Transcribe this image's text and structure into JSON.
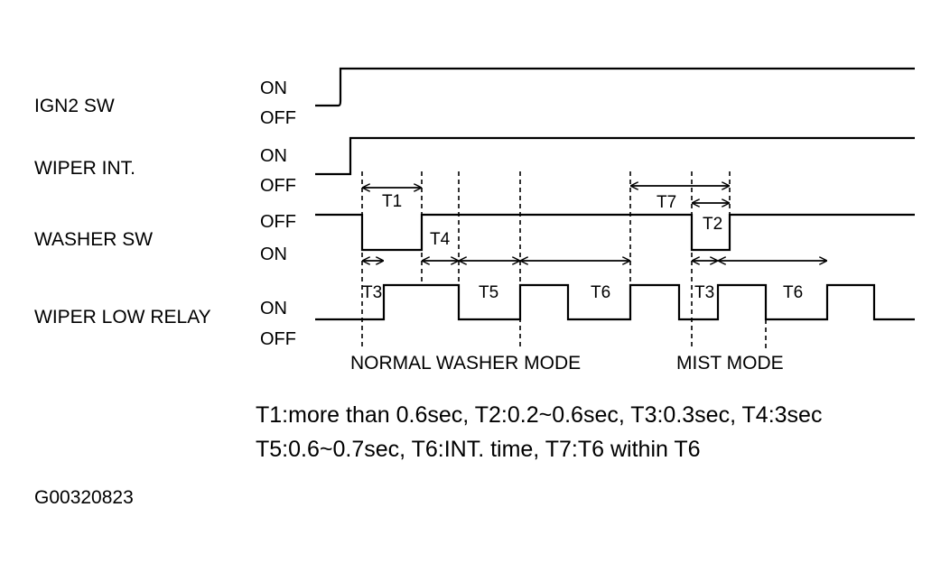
{
  "signals": [
    {
      "id": "ign2",
      "label": "IGN2 SW",
      "top_state": "ON",
      "bottom_state": "OFF"
    },
    {
      "id": "wiper_int",
      "label": "WIPER INT.",
      "top_state": "ON",
      "bottom_state": "OFF"
    },
    {
      "id": "washer",
      "label": "WASHER SW",
      "top_state": "OFF",
      "bottom_state": "ON"
    },
    {
      "id": "wiper_low",
      "label": "WIPER LOW RELAY",
      "top_state": "ON",
      "bottom_state": "OFF"
    }
  ],
  "intervals": {
    "t1": "T1",
    "t2": "T2",
    "t3a": "T3",
    "t3b": "T3",
    "t4": "T4",
    "t5": "T5",
    "t6a": "T6",
    "t6b": "T6",
    "t7": "T7"
  },
  "modes": {
    "normal": "NORMAL WASHER MODE",
    "mist": "MIST MODE"
  },
  "legend": {
    "line1": "T1:more than 0.6sec, T2:0.2~0.6sec, T3:0.3sec, T4:3sec",
    "line2": "T5:0.6~0.7sec, T6:INT. time, T7:T6 within T6"
  },
  "figure_code": "G00320823"
}
